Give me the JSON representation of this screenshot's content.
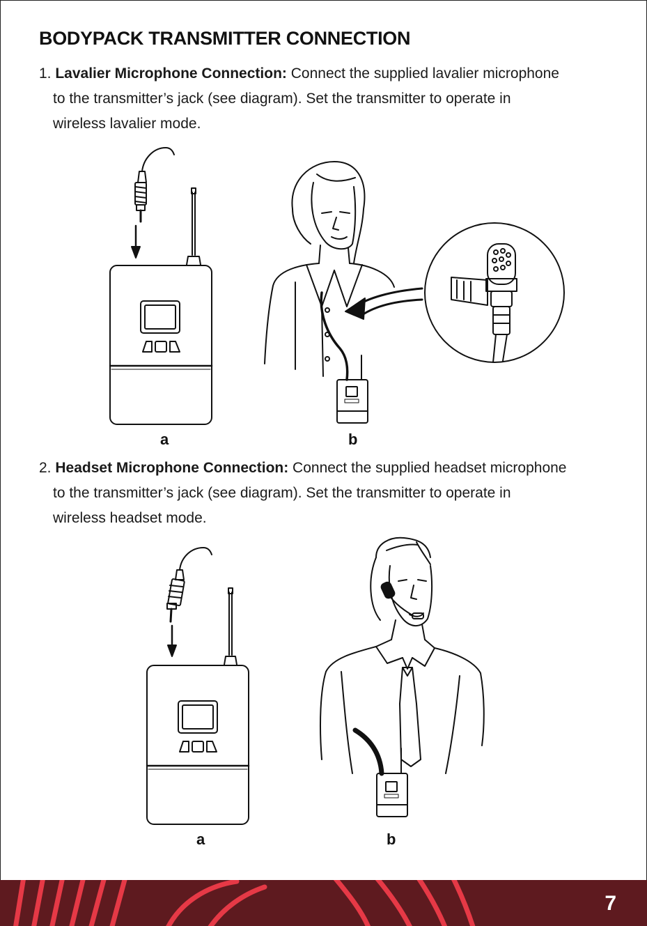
{
  "title": "BODYPACK TRANSMITTER CONNECTION",
  "steps": [
    {
      "number": "1.",
      "lead": "Lavalier Microphone Connection:",
      "line1": " Connect the supplied lavalier microphone",
      "line2": "to the transmitter’s jack (see diagram). Set the transmitter to operate in",
      "line3": "wireless lavalier mode.",
      "label_a": "a",
      "label_b": "b"
    },
    {
      "number": "2.",
      "lead": "Headset Microphone Connection:",
      "line1": " Connect the supplied headset microphone",
      "line2": "to the transmitter’s jack (see diagram). Set the transmitter to operate in",
      "line3": "wireless headset mode.",
      "label_a": "a",
      "label_b": "b"
    }
  ],
  "page_number": "7",
  "colors": {
    "footer_bg": "#5e1a1f",
    "footer_stripes": "#e63946",
    "text": "#1a1a1a"
  }
}
